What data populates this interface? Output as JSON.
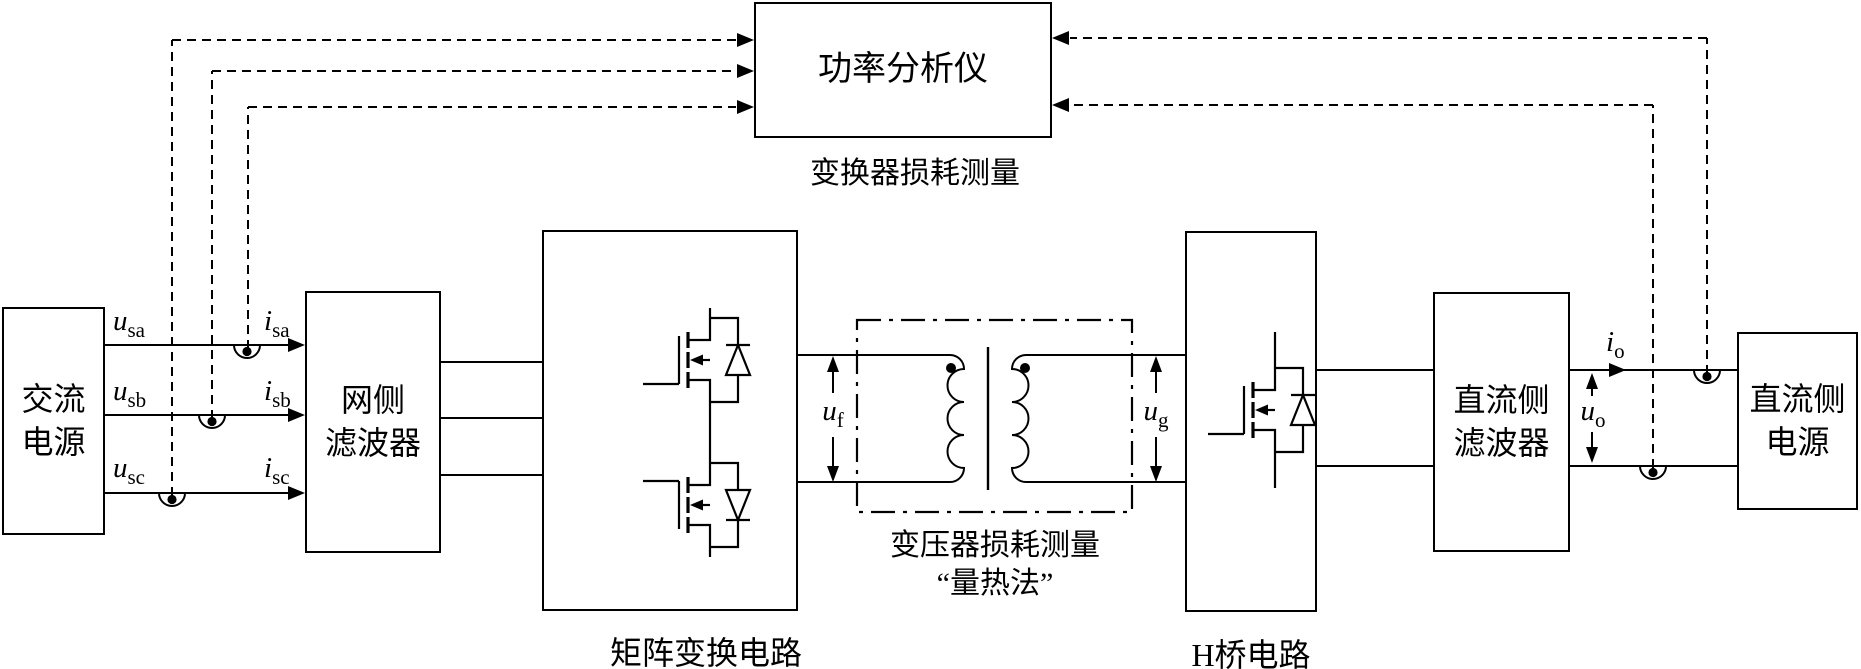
{
  "colors": {
    "line": "#000000",
    "background": "#ffffff"
  },
  "blocks": {
    "power_analyzer": {
      "label": "功率分析仪",
      "caption": "变换器损耗测量"
    },
    "ac_source": {
      "line1": "交流",
      "line2": "电源"
    },
    "grid_filter": {
      "line1": "网侧",
      "line2": "滤波器"
    },
    "matrix_converter": {
      "caption": "矩阵变换电路"
    },
    "transformer": {
      "caption_line1": "变压器损耗测量",
      "caption_line2": "“量热法”"
    },
    "h_bridge": {
      "caption": "H桥电路"
    },
    "dc_filter": {
      "line1": "直流侧",
      "line2": "滤波器"
    },
    "dc_source": {
      "line1": "直流侧",
      "line2": "电源"
    }
  },
  "signals": {
    "u_sa": {
      "base": "u",
      "sub": "sa"
    },
    "u_sb": {
      "base": "u",
      "sub": "sb"
    },
    "u_sc": {
      "base": "u",
      "sub": "sc"
    },
    "i_sa": {
      "base": "i",
      "sub": "sa"
    },
    "i_sb": {
      "base": "i",
      "sub": "sb"
    },
    "i_sc": {
      "base": "i",
      "sub": "sc"
    },
    "u_f": {
      "base": "u",
      "sub": "f"
    },
    "u_g": {
      "base": "u",
      "sub": "g"
    },
    "i_o": {
      "base": "i",
      "sub": "o"
    },
    "u_o": {
      "base": "u",
      "sub": "o"
    }
  }
}
